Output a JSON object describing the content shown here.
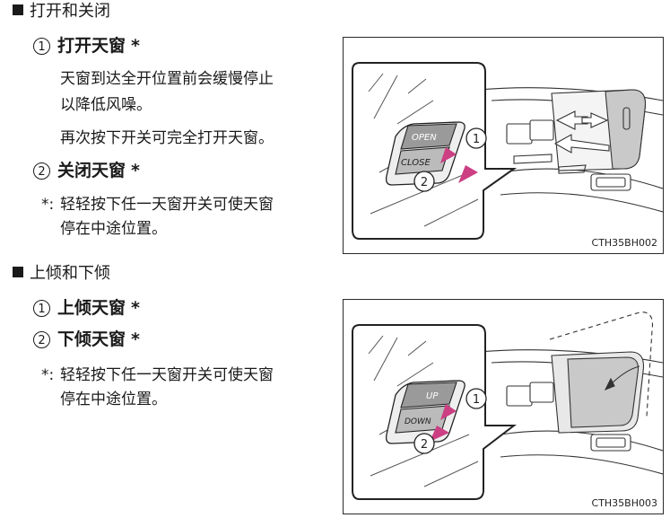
{
  "sections": [
    {
      "title": "打开和关闭",
      "items": [
        {
          "num": "1",
          "label": "打开天窗",
          "star": "*"
        },
        {
          "num": "2",
          "label": "关闭天窗",
          "star": "*"
        }
      ],
      "paragraphs": [
        "天窗到达全开位置前会缓慢停止",
        "以降低风噪。",
        "再次按下开关可完全打开天窗。"
      ],
      "note": {
        "mark": "*:",
        "lines": [
          "轻轻按下任一天窗开关可使天窗",
          "停在中途位置。"
        ]
      }
    },
    {
      "title": "上倾和下倾",
      "items": [
        {
          "num": "1",
          "label": "上倾天窗",
          "star": "*"
        },
        {
          "num": "2",
          "label": "下倾天窗",
          "star": "*"
        }
      ],
      "note": {
        "mark": "*:",
        "lines": [
          "轻轻按下任一天窗开关可使天窗",
          "停在中途位置。"
        ]
      }
    }
  ],
  "figures": [
    {
      "code": "CTH35BH002",
      "button_top": "OPEN",
      "button_bottom": "CLOSE",
      "callout_1": "1",
      "callout_2": "2"
    },
    {
      "code": "CTH35BH003",
      "button_top": "UP",
      "button_bottom": "DOWN",
      "callout_1": "1",
      "callout_2": "2"
    }
  ]
}
